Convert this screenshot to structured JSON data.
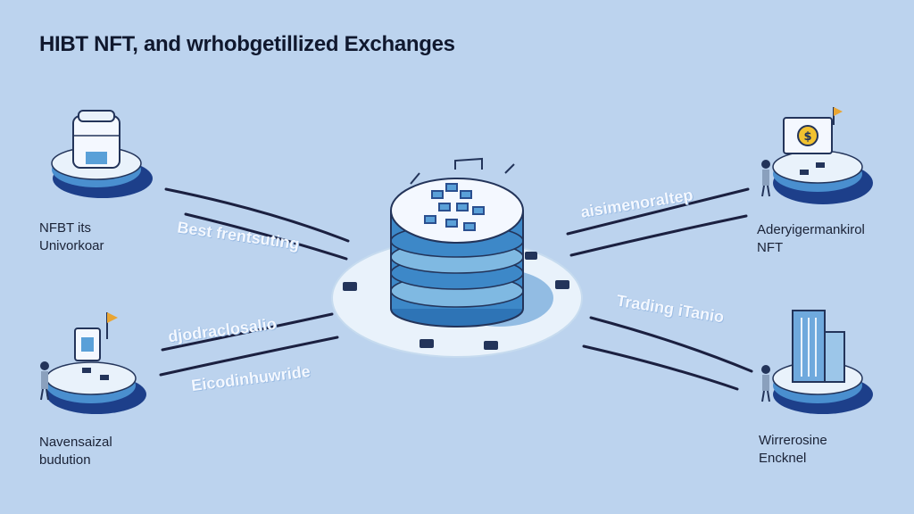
{
  "title": "HIBT NFT, and wrhobgetillized Exchanges",
  "nodes": {
    "top_left": {
      "line1": "NFBT its",
      "line2": "Univorkoar"
    },
    "bottom_left": {
      "line1": "Navensaizal",
      "line2": "budution"
    },
    "top_right": {
      "line1": "Aderyigermankirol",
      "line2": "NFT"
    },
    "bottom_right": {
      "line1": "Wirrerosine",
      "line2": "Encknel"
    }
  },
  "connectors": {
    "top_left": "Best frentsuting",
    "bottom_left_1": "djodraclosalio",
    "bottom_left_2": "Eicodinhuwride",
    "top_right": "aisimenoraltep",
    "bottom_right": "Trading iTanio"
  },
  "colors": {
    "background": "#bcd3ee",
    "platform_fill": "#e9f2fb",
    "platform_side": "#4a8fcf",
    "shadow": "#1d3f8a",
    "stripe_dark": "#3d88c8",
    "stripe_light": "#7fb9e2",
    "line": "#1b2040"
  },
  "icons": {
    "top_left": "jar-icon",
    "bottom_left": "flag-device-icon",
    "top_right": "coin-monitor-icon",
    "bottom_right": "building-icon",
    "center": "server-stack-icon"
  }
}
